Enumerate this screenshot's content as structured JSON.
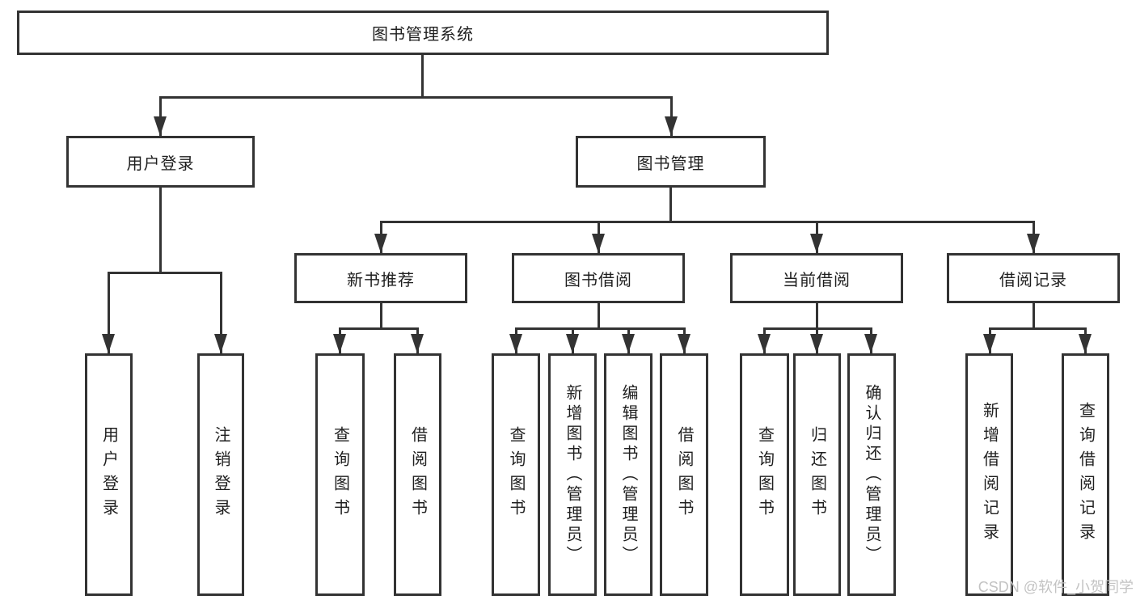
{
  "tree": {
    "root": {
      "label": "图书管理系统",
      "children": [
        {
          "label": "用户登录",
          "children": [
            {
              "label": "用户登录"
            },
            {
              "label": "注销登录"
            }
          ]
        },
        {
          "label": "图书管理",
          "children": [
            {
              "label": "新书推荐",
              "children": [
                {
                  "label": "查询图书"
                },
                {
                  "label": "借阅图书"
                }
              ]
            },
            {
              "label": "图书借阅",
              "children": [
                {
                  "label": "查询图书"
                },
                {
                  "label": "新增图书（管理员）"
                },
                {
                  "label": "编辑图书（管理员）"
                },
                {
                  "label": "借阅图书"
                }
              ]
            },
            {
              "label": "当前借阅",
              "children": [
                {
                  "label": "查询图书"
                },
                {
                  "label": "归还图书"
                },
                {
                  "label": "确认归还（管理员）"
                }
              ]
            },
            {
              "label": "借阅记录",
              "children": [
                {
                  "label": "新增借阅记录"
                },
                {
                  "label": "查询借阅记录"
                }
              ]
            }
          ]
        }
      ]
    }
  },
  "watermark": "CSDN @软件_小贺同学",
  "colors": {
    "line": "#333333",
    "text": "#1f1f1f",
    "watermark": "#c3c3c3",
    "background": "#ffffff"
  }
}
